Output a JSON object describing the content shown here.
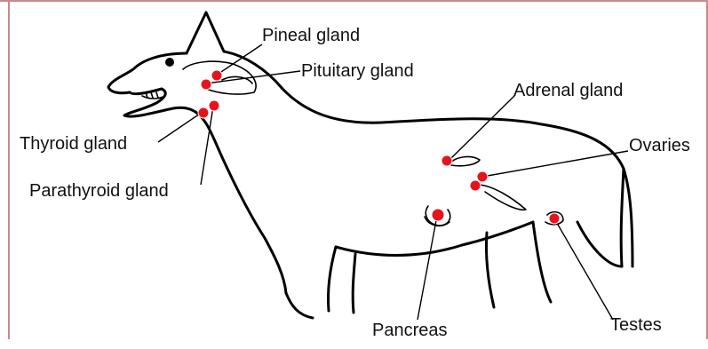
{
  "labels": {
    "pineal": "Pineal gland",
    "pituitary": "Pituitary gland",
    "adrenal": "Adrenal gland",
    "ovaries": "Ovaries",
    "thyroid": "Thyroid gland",
    "parathyroid": "Parathyroid gland",
    "pancreas": "Pancreas",
    "testes": "Testes"
  },
  "colors": {
    "gland_marker": "#e8121c",
    "outline": "#000000",
    "frame": "#c98a8a"
  }
}
